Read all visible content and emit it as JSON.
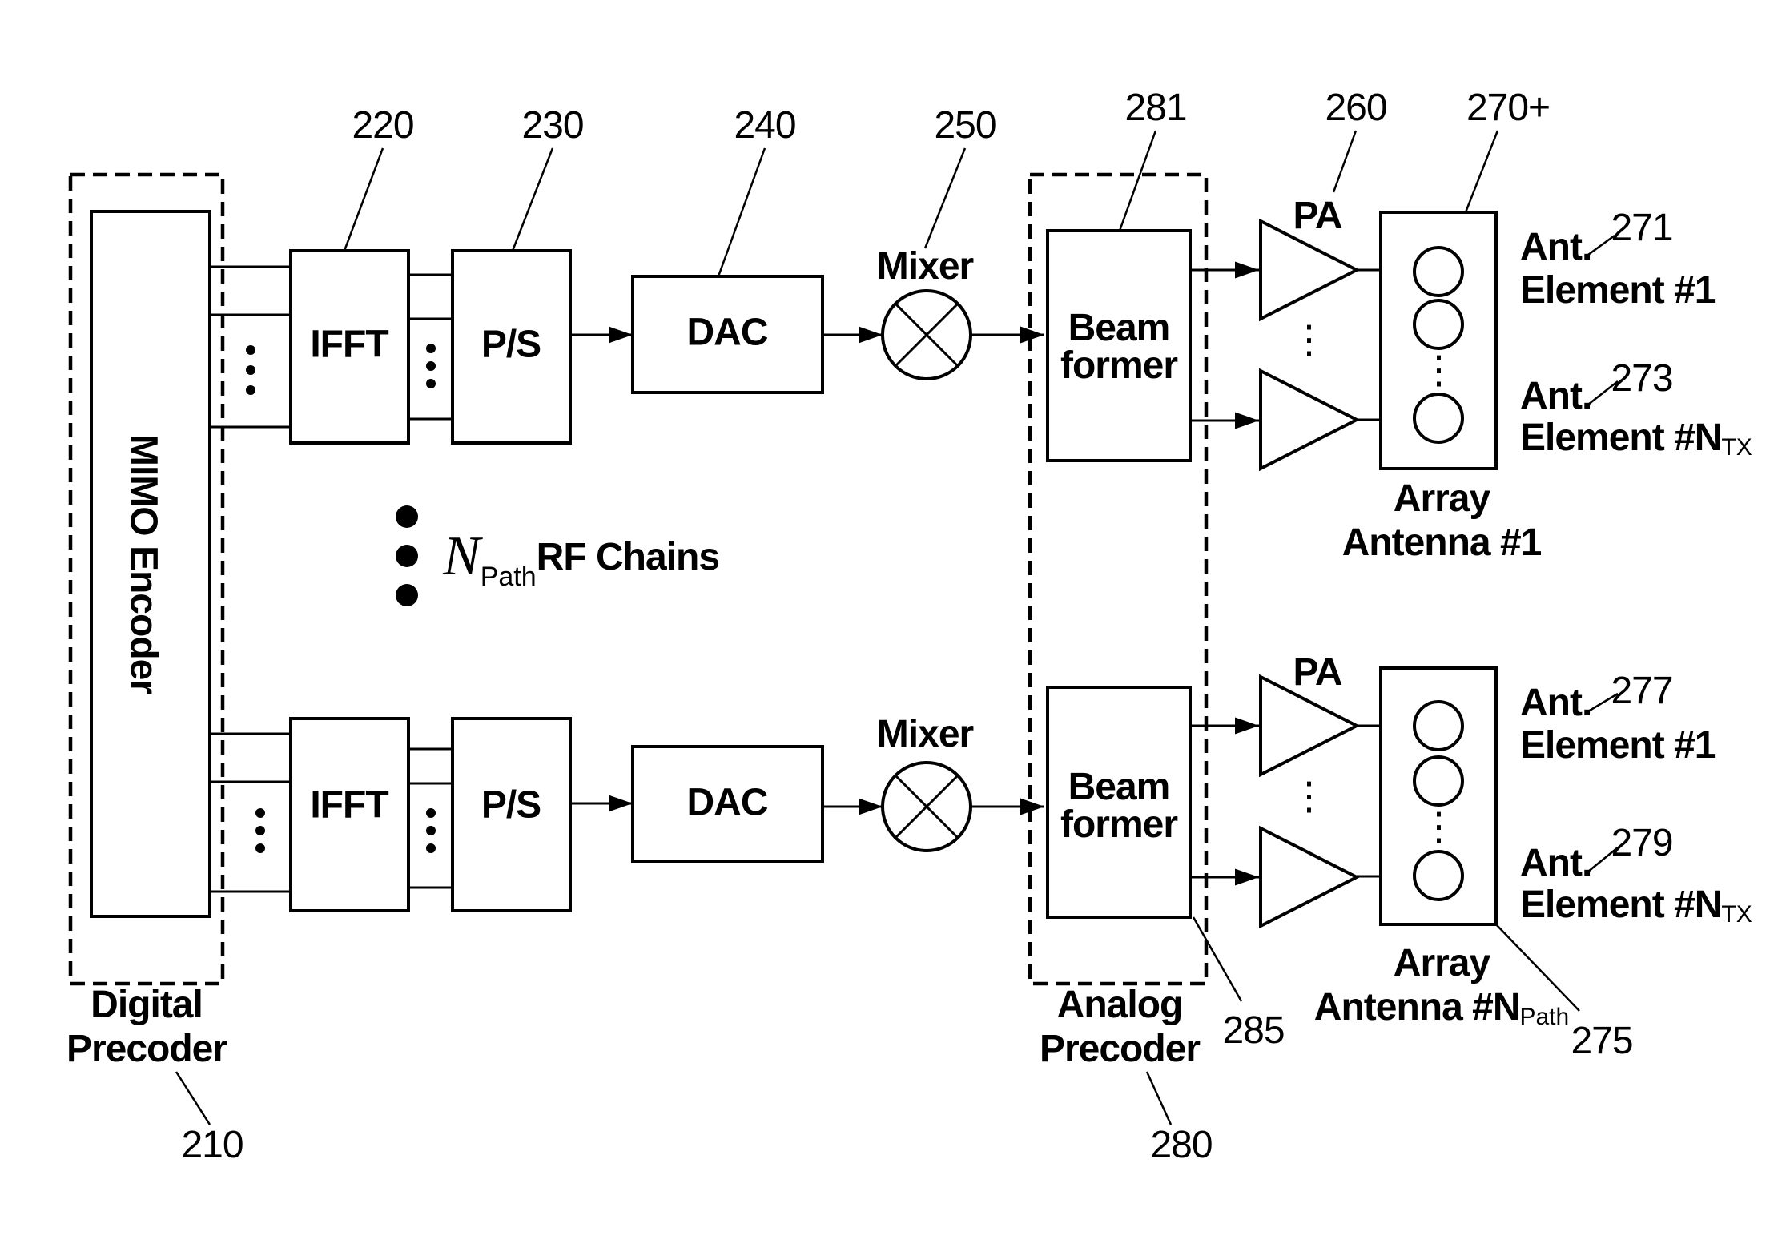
{
  "refs": {
    "digital_precoder": "210",
    "ifft": "220",
    "ps": "230",
    "dac": "240",
    "mixer": "250",
    "pa": "260",
    "array_top": "270+",
    "ant_elem_1_top": "271",
    "ant_elem_n_top": "273",
    "array_bottom": "275",
    "ant_elem_1_bottom": "277",
    "ant_elem_n_bottom": "279",
    "analog_precoder": "280",
    "beamformer_top": "281",
    "beamformer_bottom": "285"
  },
  "labels": {
    "mimo_encoder": "MIMO Encoder",
    "ifft": "IFFT",
    "ps": "P/S",
    "dac": "DAC",
    "mixer": "Mixer",
    "beam": "Beam",
    "former": "former",
    "pa": "PA",
    "ant": "Ant.",
    "element_1": "Element #1",
    "element_n": "Element #N",
    "element_n_sub": "TX",
    "array": "Array",
    "antenna_1": "Antenna #1",
    "antenna_n": "Antenna #N",
    "antenna_n_sub": "Path",
    "digital": "Digital",
    "precoder": "Precoder",
    "analog": "Analog",
    "rf_n": "N",
    "rf_sub": "Path",
    "rf_chains": "RF Chains",
    "vdots": "⋮"
  }
}
